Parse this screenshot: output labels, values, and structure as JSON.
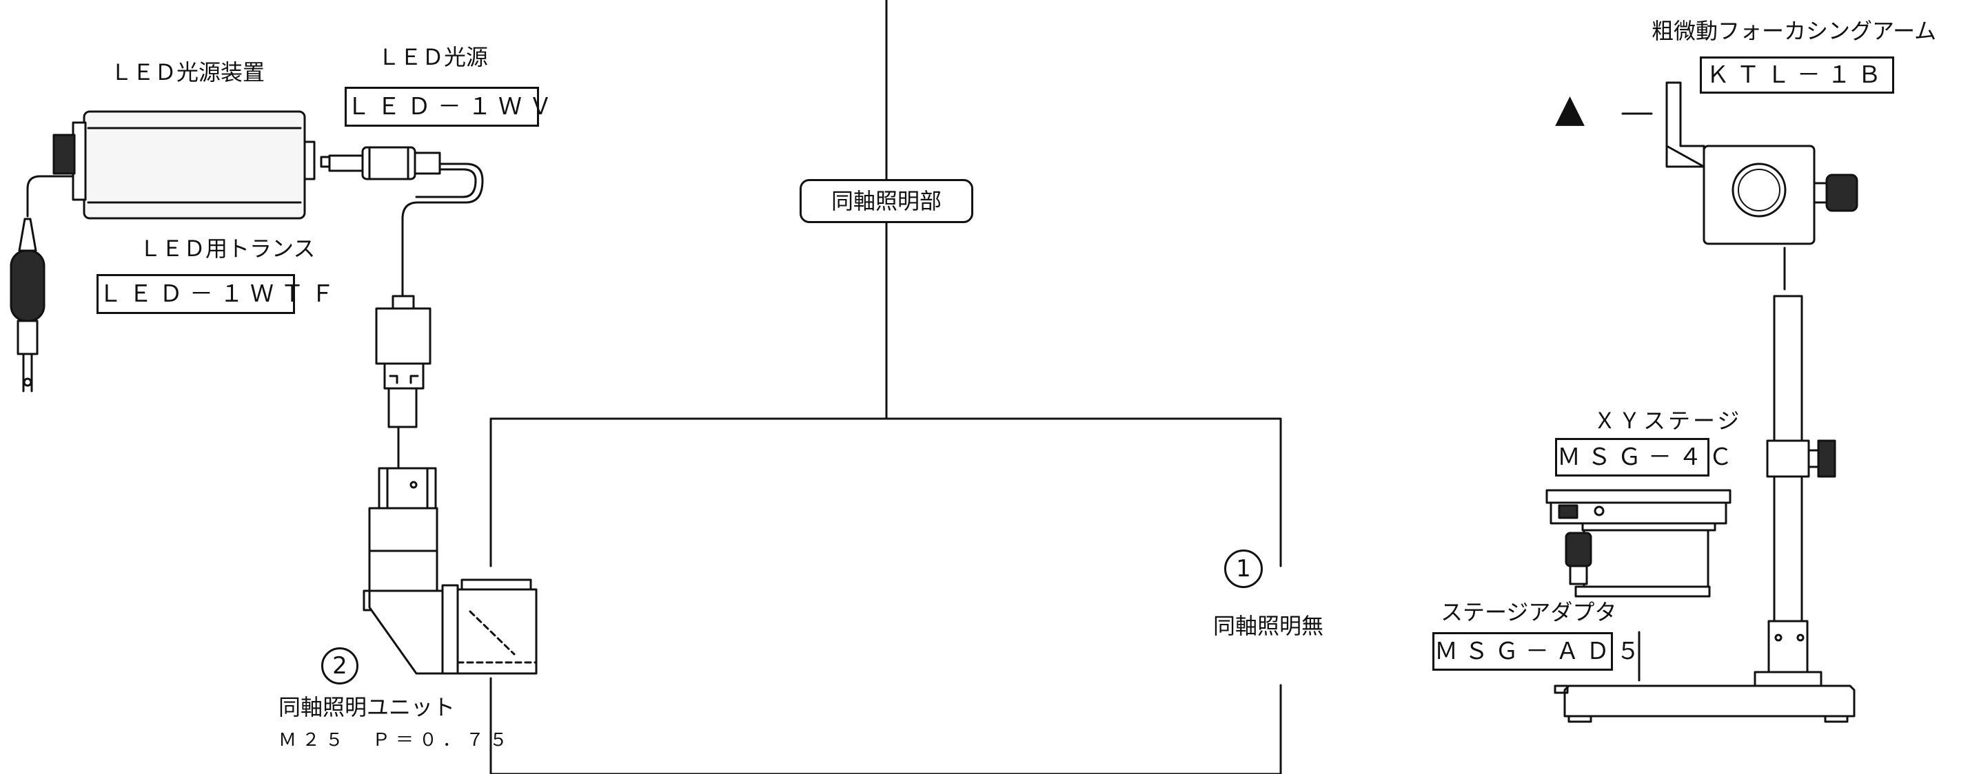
{
  "colors": {
    "line": "#111111",
    "background": "#ffffff",
    "housing": "#f6f6f6",
    "dark": "#2a2a2a"
  },
  "labels": {
    "led_source_device": "ＬＥＤ光源装置",
    "led_transformer": "ＬＥＤ用トランス",
    "led_transformer_model": "ＬＥＤ－１ＷＴＦ",
    "led_source": "ＬＥＤ光源",
    "led_source_model": "ＬＥＤ－１ＷＶ",
    "coaxial_section": "同軸照明部",
    "unit_number": "2",
    "coaxial_unit": "同軸照明ユニット",
    "coaxial_unit_thread": "Ｍ２５　Ｐ＝０．７５",
    "option_number": "1",
    "no_coaxial": "同軸照明無",
    "focusing_arm": "粗微動フォーカシングアーム",
    "focusing_arm_model": "ＫＴＬ－１Ｂ",
    "triangle_mark": "▲",
    "xy_stage": "ＸＹステージ",
    "xy_stage_model": "ＭＳＧ－４Ｃ",
    "stage_adapter": "ステージアダプタ",
    "stage_adapter_model": "ＭＳＧ－ＡＤ５"
  }
}
